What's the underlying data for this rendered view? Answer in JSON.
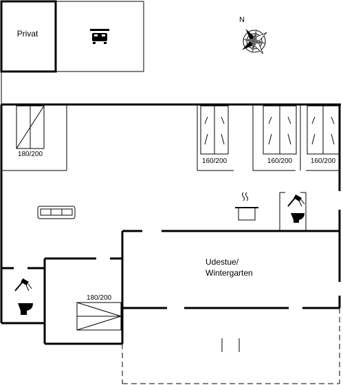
{
  "labels": {
    "privat": "Privat",
    "udestue_line1": "Udestue/",
    "udestue_line2": "Wintergarten",
    "compass_n": "N"
  },
  "beds": [
    {
      "id": "bed-1",
      "size": "180/200"
    },
    {
      "id": "bed-2",
      "size": "160/200"
    },
    {
      "id": "bed-3",
      "size": "160/200"
    },
    {
      "id": "bed-4",
      "size": "160/200"
    },
    {
      "id": "bed-5",
      "size": "180/200"
    }
  ],
  "icons": [
    "parking-car-icon",
    "compass-rose-icon",
    "sofa-icon",
    "stove-pot-icon",
    "shower-toilet-icon",
    "shower-toilet-icon"
  ]
}
